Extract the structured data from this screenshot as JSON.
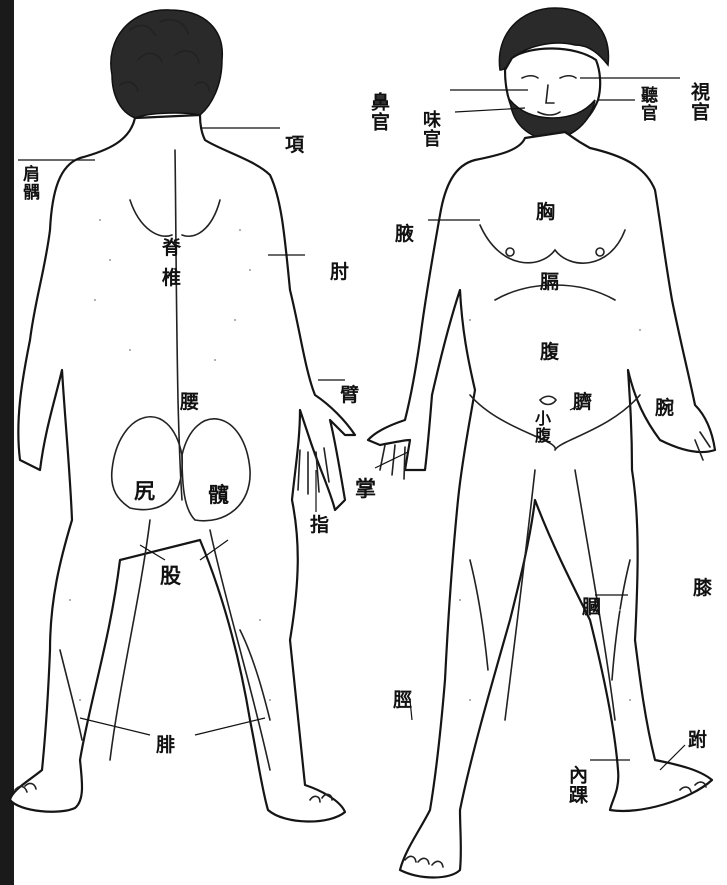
{
  "figure": {
    "labels": {
      "shiguan": "視官",
      "tingguan": "聽官",
      "xiuguan": "鼻官",
      "weiguan": "味官",
      "xiang": "項",
      "jianyu": "肩髃",
      "ji": "脊",
      "zhui": "椎",
      "zhou": "肘",
      "bi": "臂",
      "yao": "腰",
      "kao": "尻",
      "kuan": "髖",
      "zhi": "指",
      "gu": "股",
      "fei": "腓",
      "ye": "腋",
      "xiong": "胸",
      "ge": "膈",
      "fu": "腹",
      "qi": "臍",
      "xiaofu": "小腹",
      "wan": "腕",
      "zhang": "掌",
      "xi": "膝",
      "guo": "膕",
      "jing": "脛",
      "fu_foot": "跗",
      "neihuai": "內踝"
    }
  }
}
